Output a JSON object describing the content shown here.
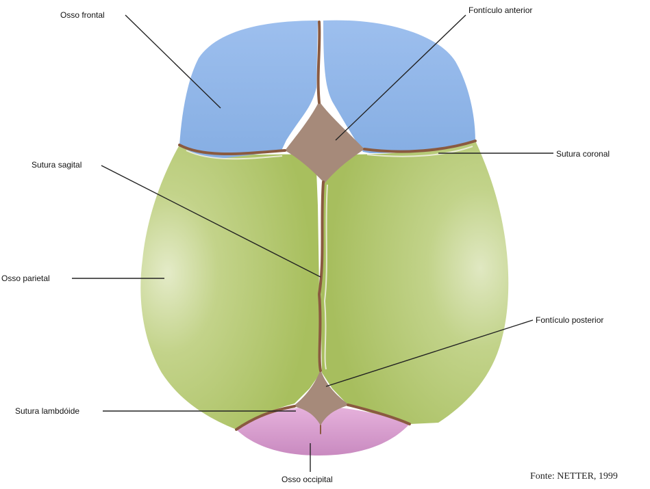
{
  "labels": {
    "osso_frontal": "Osso frontal",
    "fonticulo_anterior": "Fontículo anterior",
    "sutura_coronal": "Sutura coronal",
    "sutura_sagital": "Sutura sagital",
    "osso_parietal": "Osso parietal",
    "fonticulo_posterior": "Fontículo posterior",
    "sutura_lambdoide": "Sutura lambdóide",
    "osso_occipital": "Osso occipital"
  },
  "source": "Fonte: NETTER, 1999",
  "colors": {
    "frontal_bone": "#8fb4e6",
    "parietal_bone": "#b2c66e",
    "occipital_bone": "#d49ac8",
    "fontanelle": "#a68a7a",
    "suture": "#8a5a40",
    "leader_line": "#222222"
  }
}
